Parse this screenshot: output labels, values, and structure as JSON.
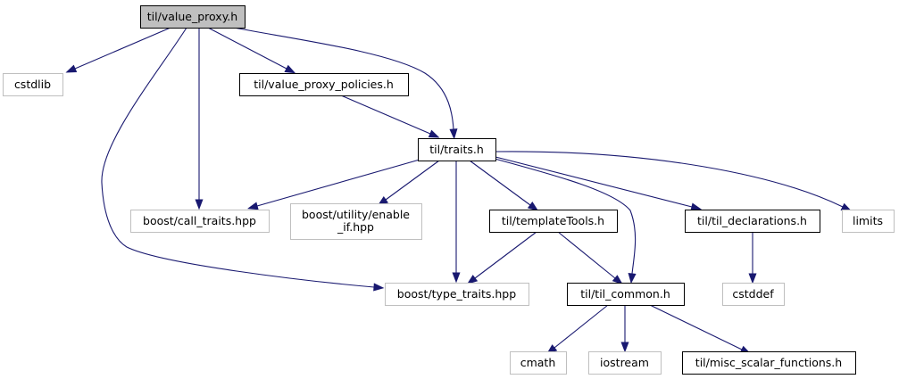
{
  "colors": {
    "edge": "#191970",
    "current_fill": "#bfbfbf",
    "documented_border": "#000000",
    "external_border": "#bfbfbf",
    "background": "#ffffff"
  },
  "nodes": {
    "value_proxy": {
      "label": "til/value_proxy.h",
      "kind": "current"
    },
    "cstdlib": {
      "label": "cstdlib",
      "kind": "external"
    },
    "value_proxy_policies": {
      "label": "til/value_proxy_policies.h",
      "kind": "documented"
    },
    "traits": {
      "label": "til/traits.h",
      "kind": "documented"
    },
    "call_traits": {
      "label": "boost/call_traits.hpp",
      "kind": "external"
    },
    "enable_if": {
      "label_lines": [
        "boost/utility/enable",
        "_if.hpp"
      ],
      "kind": "external"
    },
    "template_tools": {
      "label": "til/templateTools.h",
      "kind": "documented"
    },
    "til_declarations": {
      "label": "til/til_declarations.h",
      "kind": "documented"
    },
    "limits": {
      "label": "limits",
      "kind": "external"
    },
    "type_traits": {
      "label": "boost/type_traits.hpp",
      "kind": "external"
    },
    "til_common": {
      "label": "til/til_common.h",
      "kind": "documented"
    },
    "cstddef": {
      "label": "cstddef",
      "kind": "external"
    },
    "cmath": {
      "label": "cmath",
      "kind": "external"
    },
    "iostream": {
      "label": "iostream",
      "kind": "external"
    },
    "misc_scalar": {
      "label": "til/misc_scalar_functions.h",
      "kind": "documented"
    }
  },
  "edges": [
    {
      "from": "value_proxy",
      "to": "cstdlib"
    },
    {
      "from": "value_proxy",
      "to": "call_traits"
    },
    {
      "from": "value_proxy",
      "to": "type_traits"
    },
    {
      "from": "value_proxy",
      "to": "value_proxy_policies"
    },
    {
      "from": "value_proxy",
      "to": "traits"
    },
    {
      "from": "value_proxy_policies",
      "to": "traits"
    },
    {
      "from": "traits",
      "to": "call_traits"
    },
    {
      "from": "traits",
      "to": "enable_if"
    },
    {
      "from": "traits",
      "to": "type_traits"
    },
    {
      "from": "traits",
      "to": "template_tools"
    },
    {
      "from": "traits",
      "to": "til_common"
    },
    {
      "from": "traits",
      "to": "til_declarations"
    },
    {
      "from": "traits",
      "to": "limits"
    },
    {
      "from": "template_tools",
      "to": "type_traits"
    },
    {
      "from": "template_tools",
      "to": "til_common"
    },
    {
      "from": "til_declarations",
      "to": "cstddef"
    },
    {
      "from": "til_common",
      "to": "cmath"
    },
    {
      "from": "til_common",
      "to": "iostream"
    },
    {
      "from": "til_common",
      "to": "misc_scalar"
    }
  ]
}
